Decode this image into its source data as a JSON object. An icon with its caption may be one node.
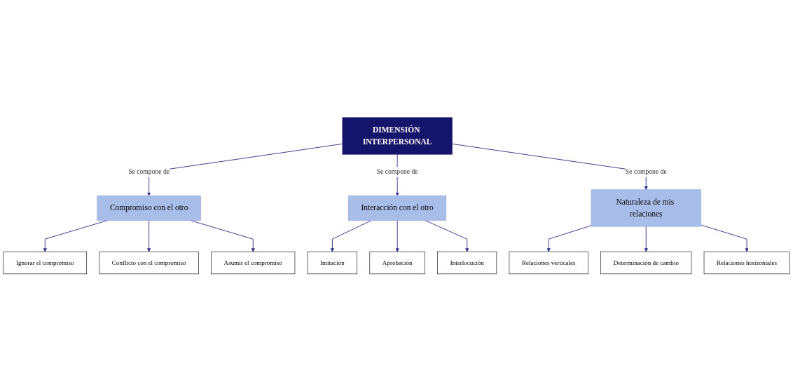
{
  "diagram": {
    "nodes": [
      {
        "text": [
          "DIMENSIÓN INTERPERSONAL"
        ]
      },
      {
        "text": [
          "Compromiso con el otro"
        ]
      },
      {
        "text": [
          "Interacción con el otro"
        ]
      },
      {
        "text": [
          "Naturaleza de mis relaciones"
        ]
      },
      {
        "text": [
          "Ignorar el compromiso"
        ]
      },
      {
        "text": [
          "Asumir el compromiso"
        ]
      },
      {
        "text": [
          "Conflicto con el compromiso"
        ]
      },
      {
        "text": [
          "Imitación"
        ]
      },
      {
        "text": [
          "Interlocución"
        ]
      },
      {
        "text": [
          "Aprobación"
        ]
      },
      {
        "text": [
          "Relaciones verticales"
        ]
      },
      {
        "text": [
          "Relaciones horizontales"
        ]
      },
      {
        "text": [
          "Determinación de cambio"
        ]
      }
    ],
    "edges": [
      {
        "from": 0,
        "to": 1,
        "arrow": "to",
        "label": "Se compone de"
      },
      {
        "from": 0,
        "to": 2,
        "arrow": "to",
        "label": "Se compone de"
      },
      {
        "from": 0,
        "to": 3,
        "arrow": "to",
        "label": "Se compone de"
      },
      {
        "from": 1,
        "to": 4,
        "arrow": "to"
      },
      {
        "from": 1,
        "to": 6,
        "arrow": "to"
      },
      {
        "from": 1,
        "to": 5,
        "arrow": "to"
      },
      {
        "from": 2,
        "to": 7,
        "arrow": "to"
      },
      {
        "from": 2,
        "to": 9,
        "arrow": "to"
      },
      {
        "from": 2,
        "to": 8,
        "arrow": "to"
      },
      {
        "from": 3,
        "to": 10,
        "arrow": "to"
      },
      {
        "from": 3,
        "to": 12,
        "arrow": "to"
      },
      {
        "from": 3,
        "to": 11,
        "arrow": "to"
      }
    ]
  }
}
